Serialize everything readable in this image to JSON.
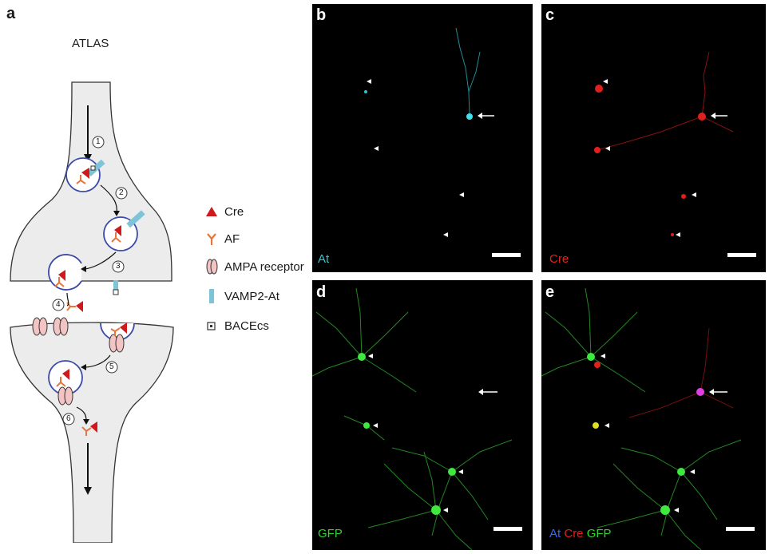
{
  "panel_letters": {
    "a": "a",
    "b": "b",
    "c": "c",
    "d": "d",
    "e": "e"
  },
  "schematic": {
    "title": "ATLAS",
    "steps": [
      "1",
      "2",
      "3",
      "4",
      "5",
      "6"
    ],
    "legend": [
      {
        "id": "cre",
        "label": "Cre",
        "color": "#d0191d",
        "icon": "triangle-icon"
      },
      {
        "id": "af",
        "label": "AF",
        "color": "#e8763a",
        "icon": "antibody-fragment-icon"
      },
      {
        "id": "ampa",
        "label": "AMPA receptor",
        "color": "#f2c4c4",
        "icon": "ampa-receptor-icon"
      },
      {
        "id": "vamp",
        "label": "VAMP2-At",
        "color": "#7fc4d6",
        "icon": "vamp2-bar-icon"
      },
      {
        "id": "bace",
        "label": "BACEcs",
        "color": "#333333",
        "icon": "bacecs-square-icon"
      }
    ],
    "colors": {
      "membrane": "#ececec",
      "vesicle": "#3b4aa8"
    }
  },
  "panels": {
    "b": {
      "channels": [
        {
          "label": "At",
          "color": "#2fc6d6"
        }
      ]
    },
    "c": {
      "channels": [
        {
          "label": "Cre",
          "color": "#e0201c"
        }
      ]
    },
    "d": {
      "channels": [
        {
          "label": "GFP",
          "color": "#2fd62f"
        }
      ]
    },
    "e": {
      "channels": [
        {
          "label": "At",
          "color": "#2f6bff"
        },
        {
          "label": "Cre",
          "color": "#e0201c"
        },
        {
          "label": "GFP",
          "color": "#2fd62f"
        }
      ]
    }
  }
}
